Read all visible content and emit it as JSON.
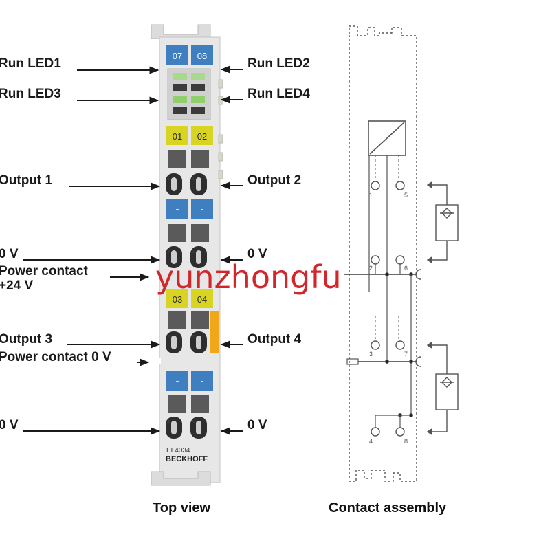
{
  "labels": {
    "run_led1": "Run LED1",
    "run_led2": "Run LED2",
    "run_led3": "Run LED3",
    "run_led4": "Run LED4",
    "output1": "Output 1",
    "output2": "Output 2",
    "zero_v_left_1": "0 V",
    "zero_v_right_1": "0 V",
    "power_contact_24v_line1": "Power contact",
    "power_contact_24v_line2": "+24 V",
    "output3": "Output 3",
    "output4": "Output 4",
    "power_contact_0v": "Power contact 0 V",
    "zero_v_left_2": "0 V",
    "zero_v_right_2": "0 V"
  },
  "module": {
    "tab_top": [
      "07",
      "08"
    ],
    "tab_ch12": [
      "01",
      "02"
    ],
    "tab_ch34": [
      "03",
      "04"
    ],
    "minus_label": "-",
    "model": "EL4034",
    "brand": "BECKHOFF"
  },
  "terminals": [
    "1",
    "5",
    "2",
    "6",
    "3",
    "7",
    "4",
    "8"
  ],
  "captions": {
    "top_view": "Top view",
    "contact_assembly": "Contact assembly"
  },
  "watermark": "yunzhongfu",
  "colors": {
    "module_body": "#e7e7e7",
    "tab_blue": "#3f7fc0",
    "tab_yellow": "#d9d424",
    "led_green": "#8fd06a",
    "orange_strip": "#f0a818",
    "watermark": "#d2262b"
  }
}
